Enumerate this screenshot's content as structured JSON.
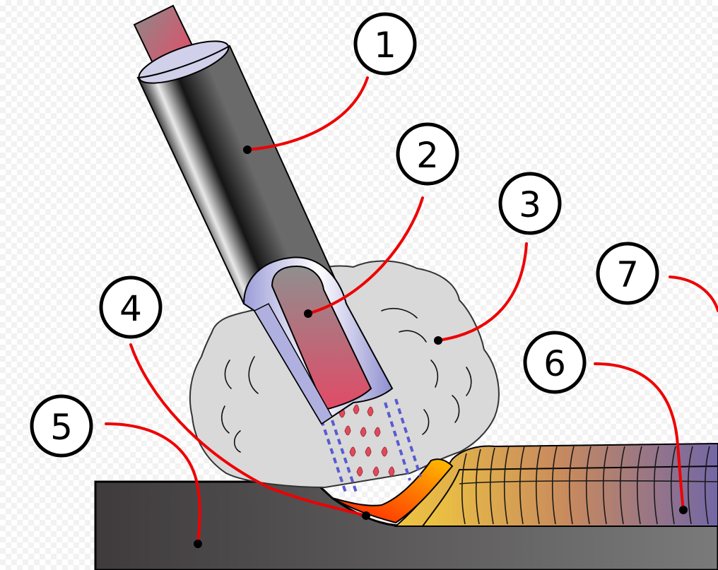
{
  "labels": [
    {
      "id": "1",
      "text": "1"
    },
    {
      "id": "2",
      "text": "2"
    },
    {
      "id": "3",
      "text": "3"
    },
    {
      "id": "4",
      "text": "4"
    },
    {
      "id": "5",
      "text": "5"
    },
    {
      "id": "6",
      "text": "6"
    },
    {
      "id": "7",
      "text": "7"
    }
  ],
  "colors": {
    "leader_line": "#ee0000",
    "base_metal": "#555555",
    "electrode_coating": "#222222",
    "core_wire": "#d8556a",
    "gas_shield": "#d9d9d9",
    "slag_purple": "#7a6aa8",
    "weld_gold": "#e8c050",
    "molten_pool": "#ff3300"
  }
}
